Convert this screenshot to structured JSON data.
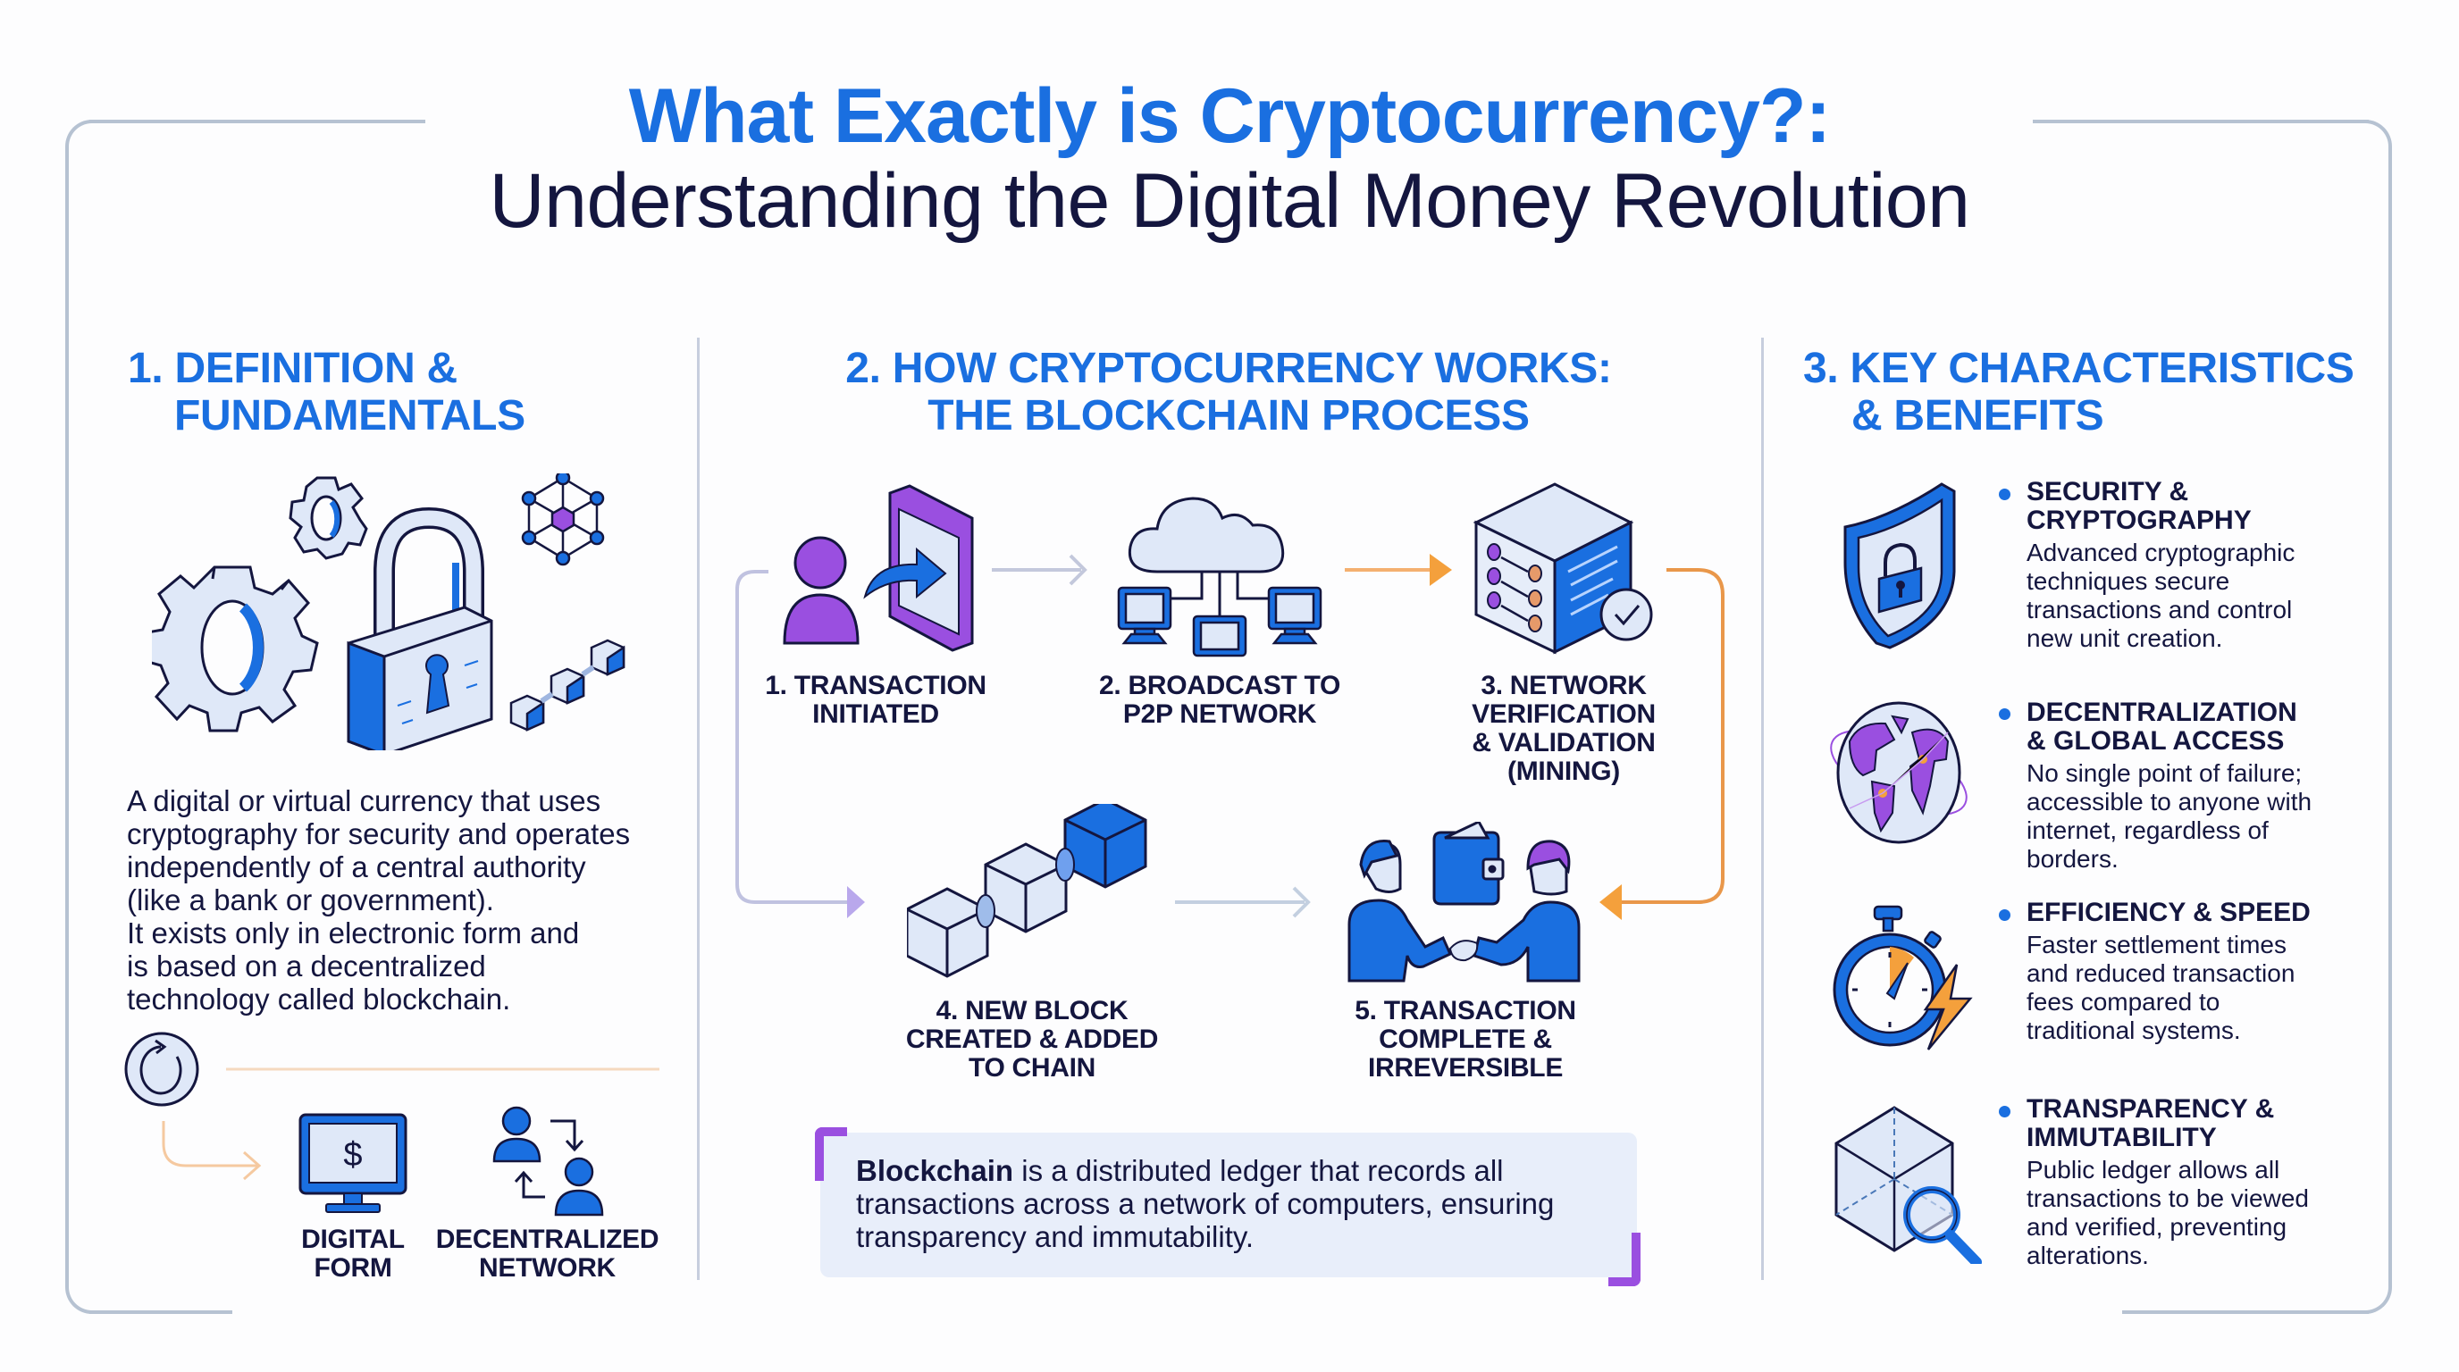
{
  "header": {
    "title_line1": "What Exactly is Cryptocurrency?:",
    "title_line2": "Understanding the Digital Money Revolution"
  },
  "colors": {
    "accent_blue": "#1a6fe0",
    "navy_text": "#14163f",
    "purple": "#9a4fe0",
    "orange": "#f4a03c",
    "frame_gray": "#b6c2d2",
    "light_fill": "#dfe8f8"
  },
  "section1": {
    "heading_line1": "1. DEFINITION &",
    "heading_line2": "FUNDAMENTALS",
    "illustration_icons": [
      "gear-icon",
      "small-gear-icon",
      "padlock-icon",
      "network-node-icon",
      "block-chain-icon"
    ],
    "definition_lines": [
      "A digital or virtual currency that uses",
      "cryptography for security and operates",
      "independently of a central authority",
      "(like a bank or government).",
      "It exists only in electronic form and",
      "is based on a decentralized",
      "technology called blockchain."
    ],
    "flow_icon": "refresh-cycle-icon",
    "features": [
      {
        "icon": "monitor-dollar-icon",
        "label_line1": "DIGITAL",
        "label_line2": "FORM"
      },
      {
        "icon": "peer-exchange-icon",
        "label_line1": "DECENTRALIZED",
        "label_line2": "NETWORK"
      }
    ]
  },
  "section2": {
    "heading_line1": "2. HOW CRYPTOCURRENCY WORKS:",
    "heading_line2": "THE BLOCKCHAIN PROCESS",
    "steps": [
      {
        "icon": "user-phone-send-icon",
        "lines": [
          "1. TRANSACTION",
          "INITIATED"
        ]
      },
      {
        "icon": "cloud-network-icon",
        "lines": [
          "2. BROADCAST TO",
          "P2P NETWORK"
        ]
      },
      {
        "icon": "server-verify-icon",
        "lines": [
          "3. NETWORK",
          "VERIFICATION",
          "& VALIDATION",
          "(MINING)"
        ]
      },
      {
        "icon": "block-chain-icon",
        "lines": [
          "4. NEW BLOCK",
          "CREATED & ADDED",
          "TO CHAIN"
        ]
      },
      {
        "icon": "handshake-wallet-icon",
        "lines": [
          "5. TRANSACTION",
          "COMPLETE &",
          "IRREVERSIBLE"
        ]
      }
    ],
    "callout": {
      "bold": "Blockchain",
      "rest_line1": " is a distributed ledger that records all",
      "line2": "transactions across a network of computers, ensuring",
      "line3": "transparency and immutability."
    }
  },
  "section3": {
    "heading_line1": "3. KEY CHARACTERISTICS",
    "heading_line2": "& BENEFITS",
    "items": [
      {
        "icon": "shield-lock-icon",
        "title_lines": [
          "SECURITY &",
          "CRYPTOGRAPHY"
        ],
        "desc_lines": [
          "Advanced cryptographic",
          "techniques secure",
          "transactions and control",
          "new unit creation."
        ]
      },
      {
        "icon": "globe-network-icon",
        "title_lines": [
          "DECENTRALIZATION",
          "& GLOBAL ACCESS"
        ],
        "desc_lines": [
          "No single point of failure;",
          "accessible to anyone with",
          "internet, regardless of",
          "borders."
        ]
      },
      {
        "icon": "stopwatch-lightning-icon",
        "title_lines": [
          "EFFICIENCY & SPEED"
        ],
        "desc_lines": [
          "Faster settlement times",
          "and reduced transaction",
          "fees compared to",
          "traditional systems."
        ]
      },
      {
        "icon": "cube-magnifier-icon",
        "title_lines": [
          "TRANSPARENCY &",
          "IMMUTABILITY"
        ],
        "desc_lines": [
          "Public ledger allows all",
          "transactions to be viewed",
          "and verified, preventing",
          "alterations."
        ]
      }
    ]
  }
}
